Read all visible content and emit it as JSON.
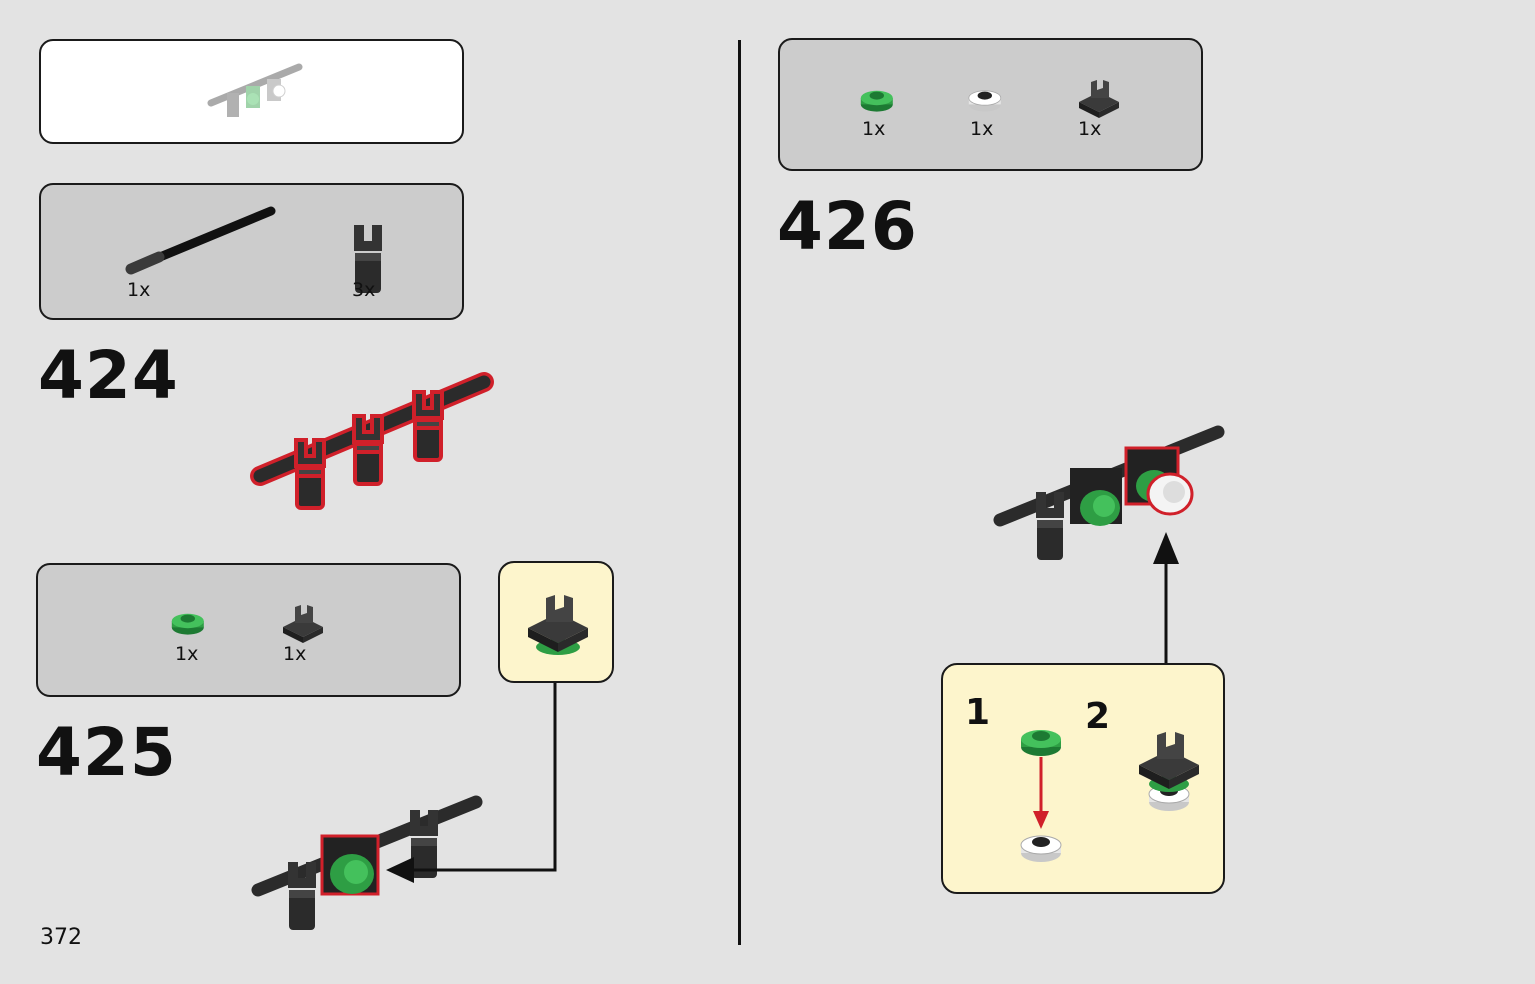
{
  "page_number": "372",
  "colors": {
    "background": "#e3e3e3",
    "parts_box": "#cccccc",
    "subassembly": "#fdf5cc",
    "black_part": "#2b2b2b",
    "green_part": "#2e9e44",
    "white_part": "#f4f4f4",
    "highlight": "#d0202a"
  },
  "steps": [
    {
      "number": "424",
      "parts": [
        {
          "icon": "axle-icon",
          "qty": "1x"
        },
        {
          "icon": "clip-icon",
          "qty": "3x"
        }
      ]
    },
    {
      "number": "425",
      "parts": [
        {
          "icon": "green-round-plate-icon",
          "qty": "1x"
        },
        {
          "icon": "clip-tile-icon",
          "qty": "1x"
        }
      ]
    },
    {
      "number": "426",
      "parts": [
        {
          "icon": "green-round-plate-icon",
          "qty": "1x"
        },
        {
          "icon": "white-round-plate-icon",
          "qty": "1x"
        },
        {
          "icon": "clip-tile-icon",
          "qty": "1x"
        }
      ]
    }
  ],
  "subassembly_426": {
    "label_1": "1",
    "label_2": "2"
  }
}
